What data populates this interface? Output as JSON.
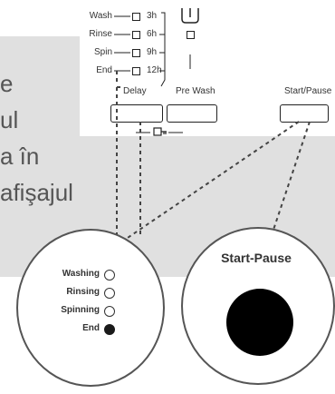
{
  "body_text": [
    "e",
    "ul",
    "a în",
    "afişajul"
  ],
  "panel": {
    "programs": [
      {
        "label": "Wash",
        "time": "3h"
      },
      {
        "label": "Rinse",
        "time": "6h"
      },
      {
        "label": "Spin",
        "time": "9h"
      },
      {
        "label": "End",
        "time": "12h"
      }
    ],
    "buttons": {
      "delay": "Delay",
      "prewash": "Pre Wash",
      "start_pause": "Start/Pause"
    },
    "icons": [
      "tub-icon",
      "key-lock-icon"
    ]
  },
  "zoom_left": {
    "leds": [
      {
        "label": "Washing",
        "on": false
      },
      {
        "label": "Rinsing",
        "on": false
      },
      {
        "label": "Spinning",
        "on": false
      },
      {
        "label": "End",
        "on": true
      }
    ]
  },
  "zoom_right": {
    "title": "Start-Pause"
  },
  "colors": {
    "band": "#e0e0e0",
    "text": "#555555",
    "stroke": "#222222"
  }
}
